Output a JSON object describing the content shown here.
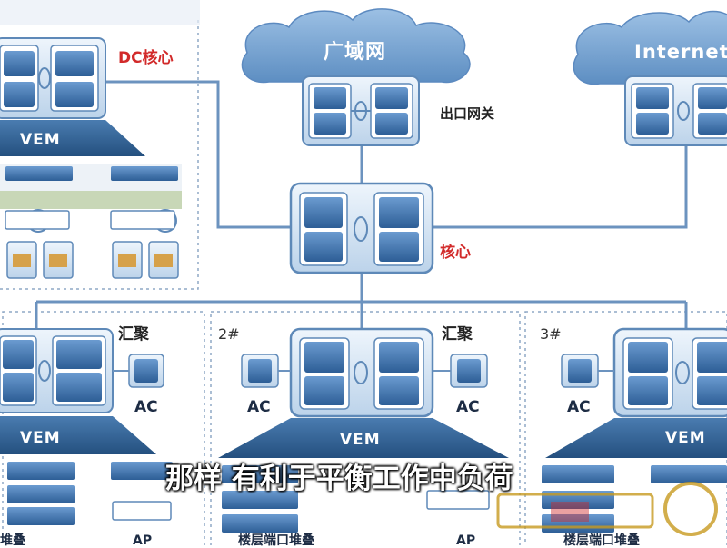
{
  "labels": {
    "dc_core": "DC核心",
    "wan": "广域网",
    "internet": "Internet",
    "egress_gateway": "出口网关",
    "core": "核心",
    "aggregation": "汇聚",
    "ac": "AC",
    "vem": "VEM",
    "building_2": "2#",
    "building_3": "3#",
    "ap": "AP",
    "floor_stack_partial": "楼层端口堆叠",
    "stack_partial": "堆叠"
  },
  "subtitle": "那样 有利于平衡工作中负荷",
  "colors": {
    "box_fill": "#d6e6f4",
    "box_border": "#5e89b8",
    "vem_dark": "#2f5f93",
    "line": "#6c93bf",
    "cloud": "#7aa6d4",
    "red_label": "#d22a2a",
    "gold_watermark": "#c89a20"
  }
}
